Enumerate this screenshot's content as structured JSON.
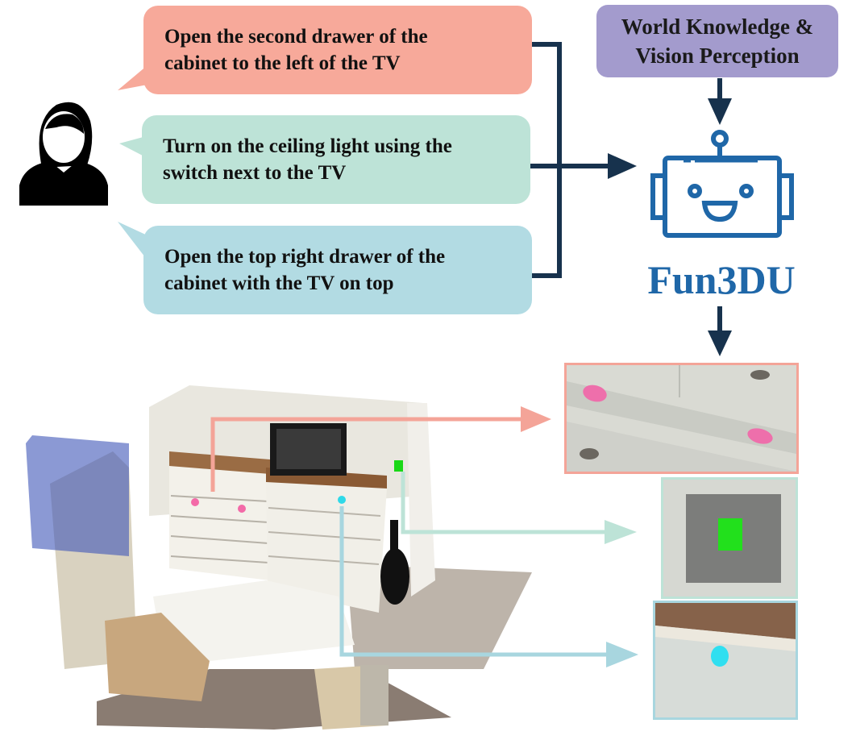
{
  "instructions": [
    {
      "text": "Open the second drawer of the\ncabinet to the left of the TV",
      "color": "#f7a99a"
    },
    {
      "text": "Turn on the ceiling light using the\nswitch next to the TV",
      "color": "#bde3d7"
    },
    {
      "text": "Open the top right drawer of the\ncabinet with the TV on top",
      "color": "#b2dbe3"
    }
  ],
  "knowledge_box": {
    "line1": "World Knowledge &",
    "line2": "Vision Perception"
  },
  "model_name": "Fun3DU",
  "colors": {
    "arrow_dark": "#17324d",
    "robot_blue": "#1f67a8",
    "pink": "#f4a498",
    "green": "#bde3d7",
    "blue": "#a8d6df"
  },
  "icons": [
    "user-icon",
    "robot-icon"
  ]
}
